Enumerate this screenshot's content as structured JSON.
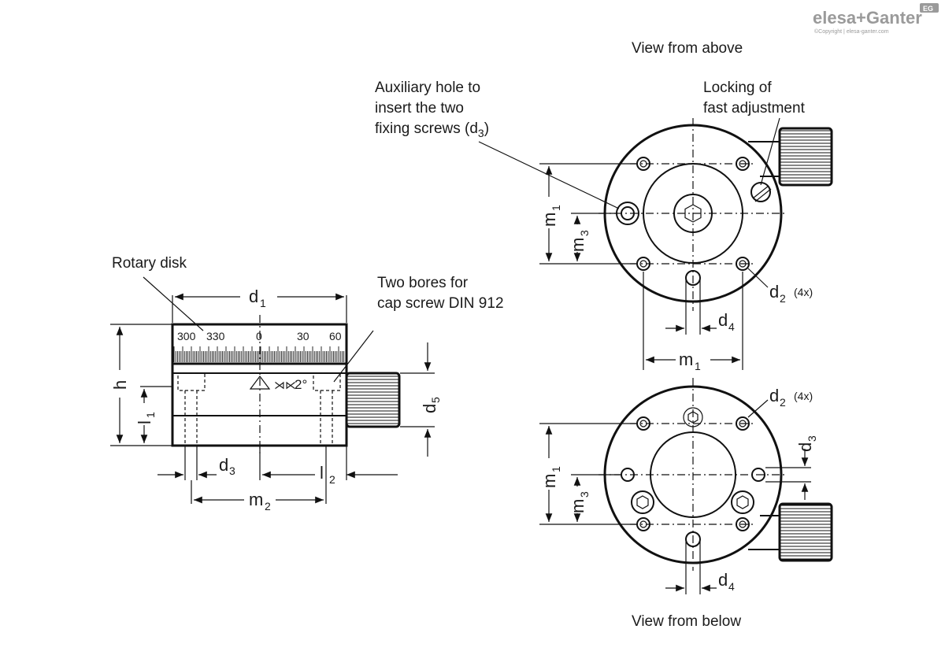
{
  "brand": {
    "logo_text": "elesa+Ganter",
    "badge_text": "EG",
    "copyright": "©Copyright | elesa-ganter.com"
  },
  "labels": {
    "view_above": "View from above",
    "view_below": "View from below",
    "aux_hole_1": "Auxiliary hole to",
    "aux_hole_2": "insert the two",
    "aux_hole_3": "fixing screws (d",
    "aux_hole_3_sub": "3",
    "aux_hole_3_end": ")",
    "locking_1": "Locking of",
    "locking_2": "fast adjustment",
    "rotary_disk": "Rotary disk",
    "two_bores_1": "Two bores for",
    "two_bores_2": "cap screw DIN 912"
  },
  "scale_marks": [
    "300",
    "330",
    "0",
    "30",
    "60"
  ],
  "angle_text": "2°",
  "dimensions": {
    "d": "d",
    "m": "m",
    "l": "l",
    "h": "h",
    "sub_1": "1",
    "sub_2": "2",
    "sub_3": "3",
    "sub_4": "4",
    "sub_5": "5",
    "count_4x": "(4x)"
  }
}
